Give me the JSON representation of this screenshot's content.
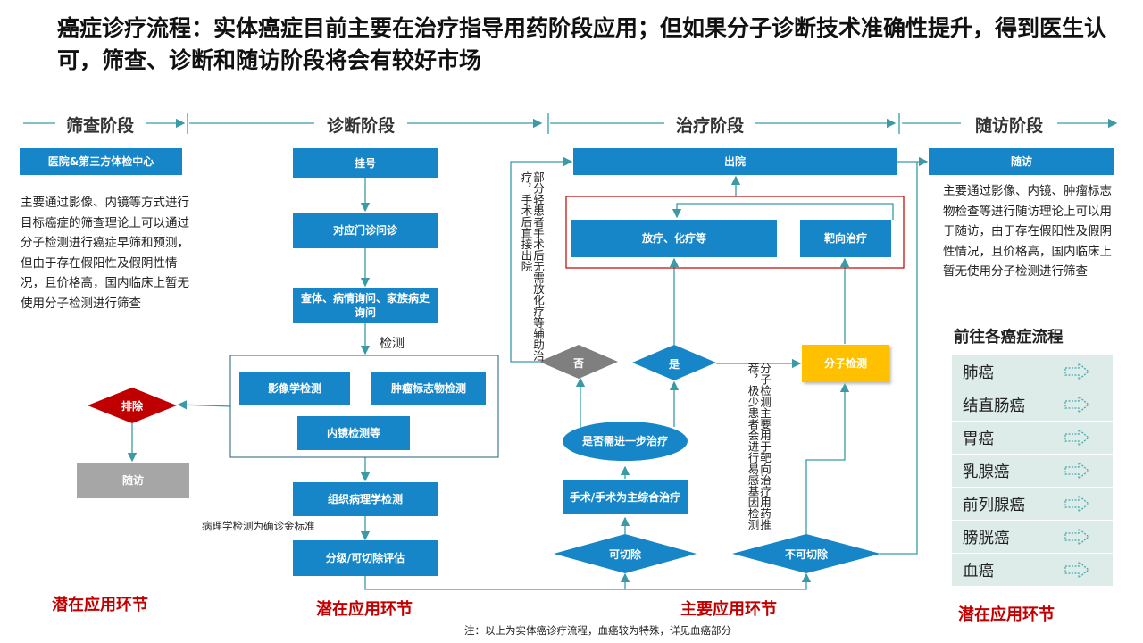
{
  "title": "癌症诊疗流程：实体癌症目前主要在治疗指导用药阶段应用；但如果分子诊断技术准确性提升，得到医生认可，筛查、诊断和随访阶段将会有较好市场",
  "stages": {
    "screening": "筛查阶段",
    "diagnosis": "诊断阶段",
    "treatment": "治疗阶段",
    "followup": "随访阶段"
  },
  "screening": {
    "center": "医院&第三方体检中心",
    "note": "主要通过影像、内镜等方式进行目标癌症的筛查理论上可以通过分子检测进行癌症早筛和预测，但由于存在假阳性及假阴性情况，且价格高，国内临床上暂无使用分子检测进行筛查",
    "exclude": "排除",
    "followup": "随访"
  },
  "diagnosis": {
    "register": "挂号",
    "consult": "对应门诊问诊",
    "exam": "查体、病情询问、家族病史询问",
    "tests_label": "检测",
    "imaging": "影像学检测",
    "tumor_marker": "肿瘤标志物检测",
    "endoscopy": "内镜检测等",
    "pathology": "组织病理学检测",
    "pathology_note": "病理学检测为确诊金标准",
    "grading": "分级/可切除评估"
  },
  "treatment": {
    "discharge": "出院",
    "radio_chemo": "放疗、化疗等",
    "targeted": "靶向治疗",
    "no": "否",
    "yes": "是",
    "need_further": "是否需进一步治疗",
    "surgery": "手术/手术为主综合治疗",
    "resectable": "可切除",
    "unresectable": "不可切除",
    "molecular_test": "分子检测",
    "left_note": "部分轻患者手术后无需放化疗等辅助治疗，手术后直接出院",
    "right_note": "分子检测主要用于靶向治疗用药推荐，极少患者会进行易感基因检测"
  },
  "followup": {
    "box": "随访",
    "note": "主要通过影像、内镜、肿瘤标志物检查等进行随访理论上可以用于随访，由于存在假阳性及假阴性情况，且价格高，国内临床上暂无使用分子检测进行筛查"
  },
  "cancer_flows": {
    "heading": "前往各癌症流程",
    "items": [
      "肺癌",
      "结直肠癌",
      "胃癌",
      "乳腺癌",
      "前列腺癌",
      "膀胱癌",
      "血癌"
    ]
  },
  "bottom": {
    "potential1": "潜在应用环节",
    "potential2": "潜在应用环节",
    "main": "主要应用环节",
    "potential3": "潜在应用环节",
    "footnote": "注：以上为实体癌诊疗流程，血癌较为特殊，详见血癌部分"
  },
  "colors": {
    "box_blue": "#1686c8",
    "diamond_red": "#c00000",
    "diamond_gray": "#7f7f7f",
    "molecular_yellow": "#ffc000",
    "followup_gray": "#a6a6a6",
    "highlight_red": "#c00000",
    "cancer_bg": "#ddece8",
    "arrow_teal": "#4aa6b0"
  }
}
